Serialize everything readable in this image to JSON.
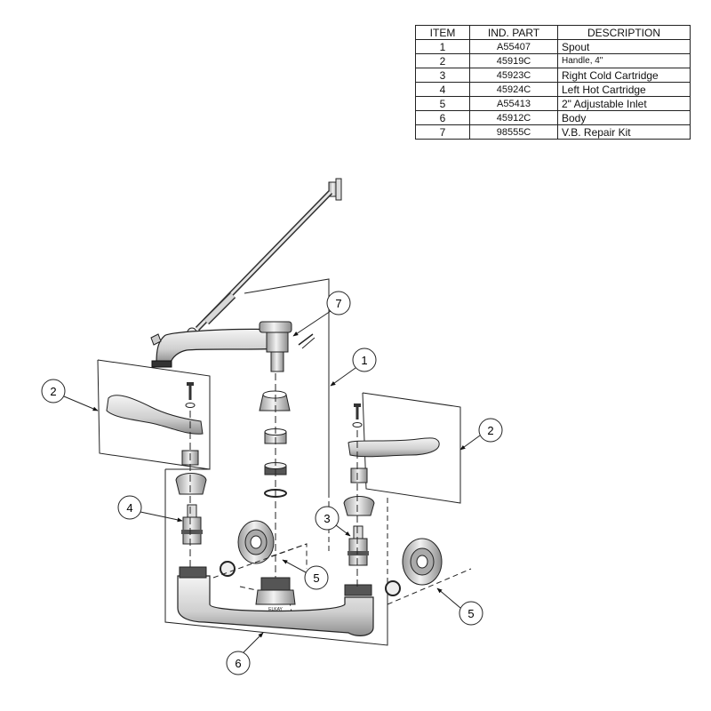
{
  "table": {
    "headers": [
      "ITEM",
      "IND. PART",
      "DESCRIPTION"
    ],
    "rows": [
      {
        "item": "1",
        "part": "A55407",
        "description": "Spout"
      },
      {
        "item": "2",
        "part": "45919C",
        "description": "Handle, 4\""
      },
      {
        "item": "3",
        "part": "45923C",
        "description": "Right Cold Cartridge"
      },
      {
        "item": "4",
        "part": "45924C",
        "description": "Left Hot Cartridge"
      },
      {
        "item": "5",
        "part": "A55413",
        "description": "2\" Adjustable Inlet"
      },
      {
        "item": "6",
        "part": "45912C",
        "description": "Body"
      },
      {
        "item": "7",
        "part": "98555C",
        "description": "V.B. Repair Kit"
      }
    ]
  },
  "callouts": {
    "c1": "1",
    "c2a": "2",
    "c2b": "2",
    "c3": "3",
    "c4": "4",
    "c5a": "5",
    "c5b": "5",
    "c6": "6",
    "c7": "7"
  },
  "body_marking": "ELKAY"
}
